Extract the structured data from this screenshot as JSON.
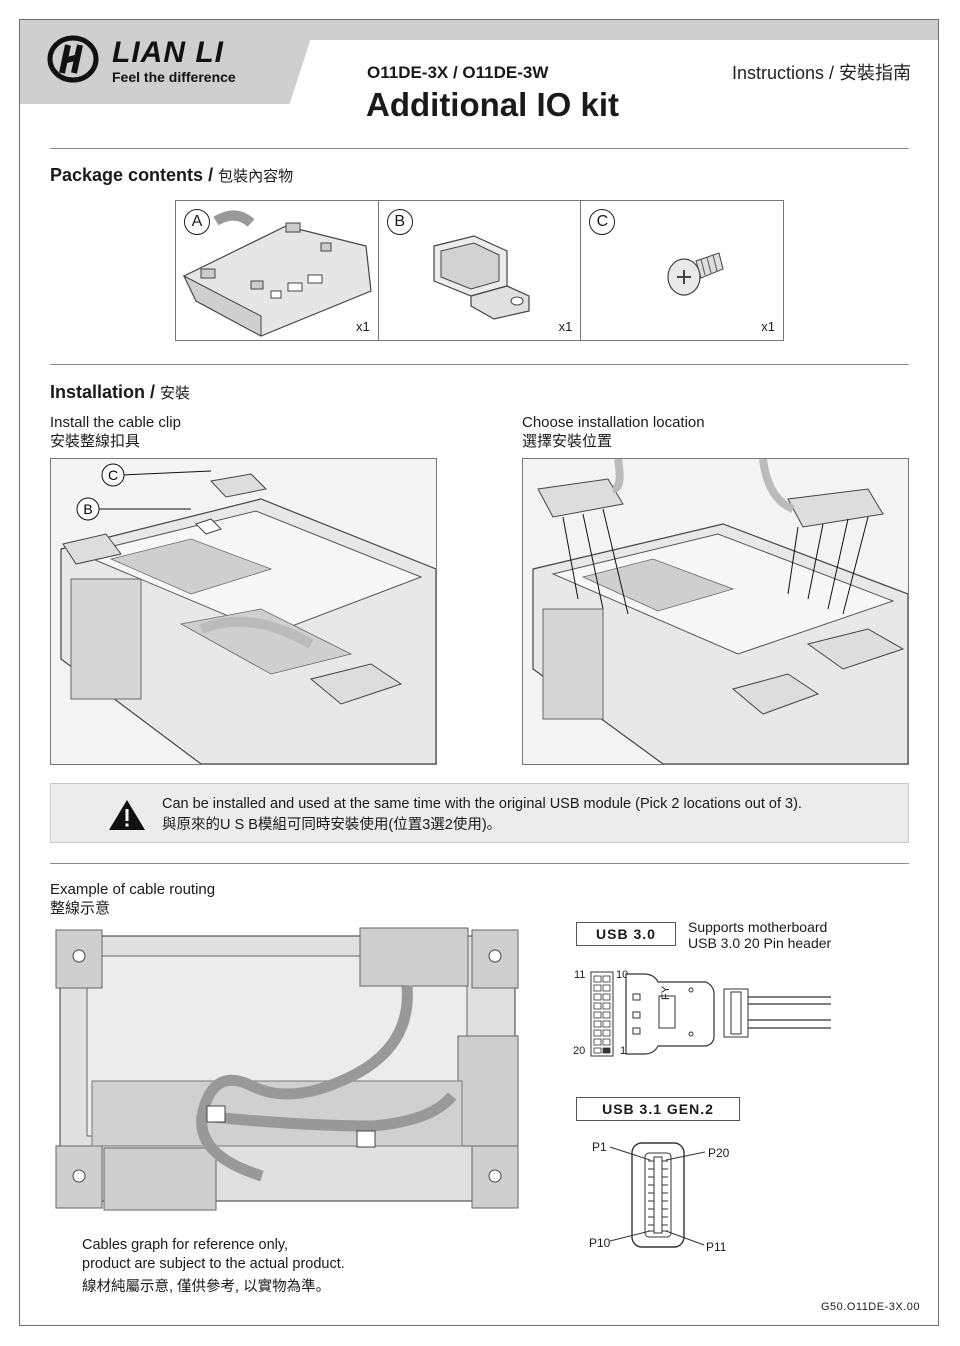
{
  "header": {
    "brand": "LIAN LI",
    "tagline": "Feel the difference",
    "model": "O11DE-3X / O11DE-3W",
    "title": "Additional IO kit",
    "doc_type": "Instructions / 安裝指南"
  },
  "package": {
    "heading_en": "Package contents /",
    "heading_zh": "包裝內容物",
    "items": [
      {
        "letter": "A",
        "qty": "x1"
      },
      {
        "letter": "B",
        "qty": "x1"
      },
      {
        "letter": "C",
        "qty": "x1"
      }
    ]
  },
  "installation": {
    "heading_en": "Installation /",
    "heading_zh": "安裝",
    "step1_en": "Install the cable clip",
    "step1_zh": "安裝整線扣具",
    "step2_en": "Choose installation location",
    "step2_zh": "選擇安裝位置",
    "callout_c": "C",
    "callout_b": "B"
  },
  "warning": {
    "en": "Can be installed and used at the same time with the original USB module (Pick 2 locations out of 3).",
    "zh": "與原來的U S B模組可同時安裝使用(位置3選2使用)。"
  },
  "routing": {
    "label_en": "Example of cable routing",
    "label_zh": "整線示意"
  },
  "usb30": {
    "label": "USB 3.0",
    "desc1": "Supports motherboard",
    "desc2": "USB 3.0 20 Pin header",
    "pin11": "11",
    "pin10": "10",
    "pin20": "20",
    "pin1": "1",
    "key": "FY"
  },
  "usb31": {
    "label": "USB 3.1 GEN.2",
    "p1": "P1",
    "p20": "P20",
    "p10": "P10",
    "p11": "P11"
  },
  "footnote": {
    "line1": "Cables graph for reference only,",
    "line2": "product are subject to the actual product.",
    "line3": "線材純屬示意, 僅供參考, 以實物為準。"
  },
  "doc_number": "G50.O11DE-3X.00"
}
